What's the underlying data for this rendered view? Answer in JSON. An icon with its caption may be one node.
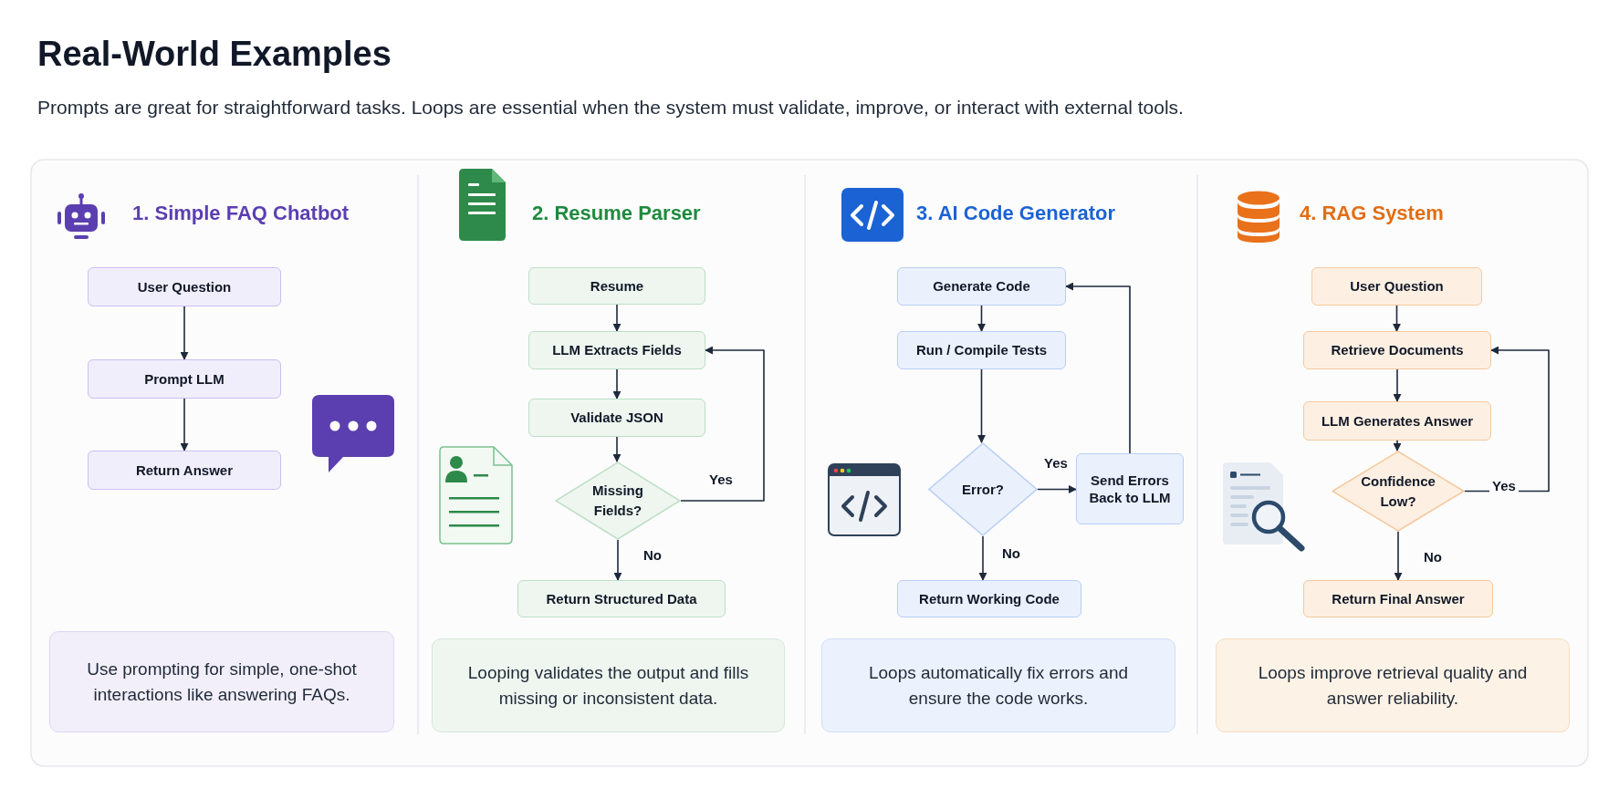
{
  "diagram": {
    "title": "Real-World Examples",
    "nodes": [
      {
        "text": [
          "User Question"
        ]
      },
      {
        "text": [
          "Prompt LLM"
        ]
      },
      {
        "text": [
          "Return Answer"
        ]
      },
      {
        "text": [
          "Use prompting for simple, one-shot interactions like answering FAQs."
        ]
      },
      {
        "text": [
          "Resume"
        ]
      },
      {
        "text": [
          "LLM Extracts Fields"
        ]
      },
      {
        "text": [
          "Validate JSON"
        ]
      },
      {
        "text": [
          "Missing Fields?"
        ]
      },
      {
        "text": [
          "Return Structured Data"
        ]
      },
      {
        "text": [
          "Looping validates the output and fills missing or inconsistent data."
        ]
      },
      {
        "text": [
          "Generate Code"
        ]
      },
      {
        "text": [
          "Run / Compile Tests"
        ]
      },
      {
        "text": [
          "Error?"
        ]
      },
      {
        "text": [
          "Send Errors Back to LLM"
        ]
      },
      {
        "text": [
          "Return Working Code"
        ]
      },
      {
        "text": [
          "Loops automatically fix errors and ensure the code works."
        ]
      },
      {
        "text": [
          "User Question"
        ]
      },
      {
        "text": [
          "Retrieve Documents"
        ]
      },
      {
        "text": [
          "LLM Generates Answer"
        ]
      },
      {
        "text": [
          "Confidence Low?"
        ]
      },
      {
        "text": [
          "Return Final Answer"
        ]
      },
      {
        "text": [
          "Loops improve retrieval quality and answer reliability."
        ]
      }
    ],
    "edges": [
      {
        "from": 0,
        "to": 1,
        "arrow": "to"
      },
      {
        "from": 1,
        "to": 2,
        "arrow": "to"
      },
      {
        "from": 4,
        "to": 5,
        "arrow": "to"
      },
      {
        "from": 5,
        "to": 6,
        "arrow": "to"
      },
      {
        "from": 6,
        "to": 7,
        "arrow": "to"
      },
      {
        "from": 7,
        "to": 5,
        "arrow": "to",
        "label": "Yes"
      },
      {
        "from": 7,
        "to": 8,
        "arrow": "to",
        "label": "No"
      },
      {
        "from": 10,
        "to": 11,
        "arrow": "to"
      },
      {
        "from": 11,
        "to": 12,
        "arrow": "to"
      },
      {
        "from": 12,
        "to": 13,
        "arrow": "to",
        "label": "Yes"
      },
      {
        "from": 13,
        "to": 10,
        "arrow": "to"
      },
      {
        "from": 12,
        "to": 14,
        "arrow": "to",
        "label": "No"
      },
      {
        "from": 16,
        "to": 17,
        "arrow": "to"
      },
      {
        "from": 17,
        "to": 18,
        "arrow": "to"
      },
      {
        "from": 18,
        "to": 19,
        "arrow": "to"
      },
      {
        "from": 19,
        "to": 17,
        "arrow": "to",
        "label": "Yes"
      },
      {
        "from": 19,
        "to": 20,
        "arrow": "to",
        "label": "No"
      }
    ],
    "labels": [
      "Prompts are great for straightforward tasks. Loops are essential when the system must validate, improve, or interact with external tools.",
      "1. Simple FAQ Chatbot",
      "2. Resume Parser",
      "3. AI Code Generator",
      "4. RAG System"
    ]
  }
}
